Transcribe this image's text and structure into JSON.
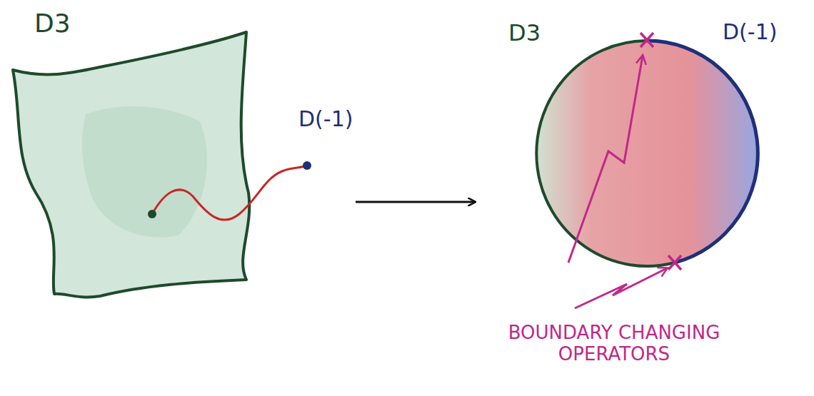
{
  "diagram": {
    "labels": [
      "D3",
      "D(-1)",
      "D3",
      "D(-1)",
      "BOUNDARY CHANGING OPERATORS"
    ]
  }
}
